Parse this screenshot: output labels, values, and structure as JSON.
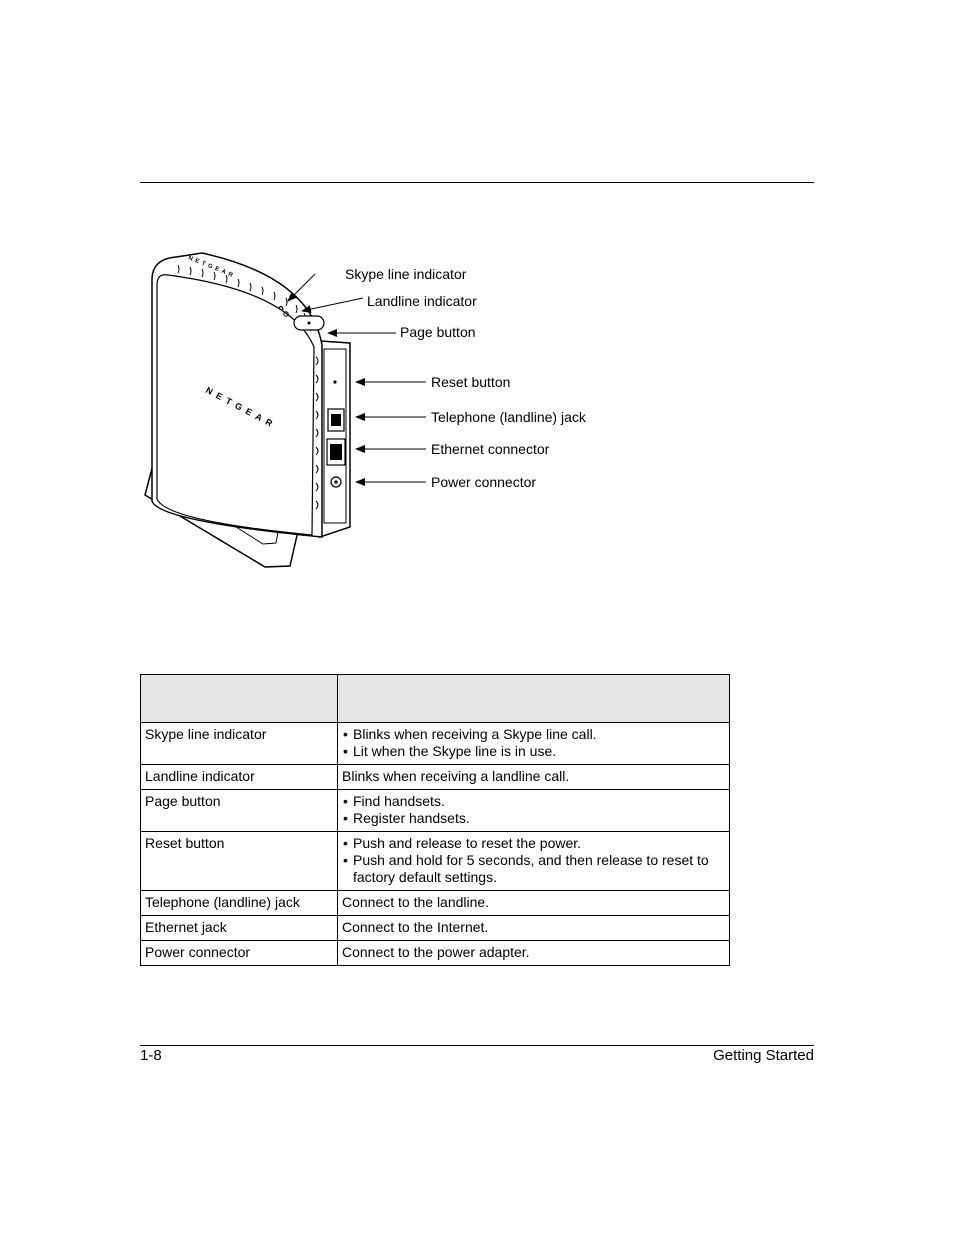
{
  "figure": {
    "callouts": [
      {
        "id": "skype",
        "label": "Skype line indicator"
      },
      {
        "id": "landline",
        "label": "Landline indicator"
      },
      {
        "id": "page",
        "label": "Page button"
      },
      {
        "id": "reset",
        "label": "Reset button"
      },
      {
        "id": "telephone",
        "label": "Telephone (landline) jack"
      },
      {
        "id": "ethernet",
        "label": "Ethernet connector"
      },
      {
        "id": "power",
        "label": "Power connector"
      }
    ],
    "device": {
      "front_logo": "NETGEAR",
      "top_logo": "NETGEAR"
    }
  },
  "table": {
    "headers": [
      "",
      ""
    ],
    "rows": [
      {
        "name": "Skype line indicator",
        "items": [
          "Blinks when receiving a Skype line call.",
          "Lit when the Skype line is in use."
        ]
      },
      {
        "name": "Landline indicator",
        "text": "Blinks when receiving a landline call."
      },
      {
        "name": "Page button",
        "items": [
          "Find handsets.",
          "Register handsets."
        ]
      },
      {
        "name": "Reset button",
        "items": [
          "Push and release to reset the power.",
          "Push and hold for 5 seconds, and then release to reset to factory default settings."
        ]
      },
      {
        "name": "Telephone (landline) jack",
        "text": "Connect to the landline."
      },
      {
        "name": "Ethernet jack",
        "text": "Connect to the Internet."
      },
      {
        "name": "Power connector",
        "text": "Connect to the power adapter."
      }
    ]
  },
  "footer": {
    "page_number": "1-8",
    "chapter": "Getting Started"
  }
}
